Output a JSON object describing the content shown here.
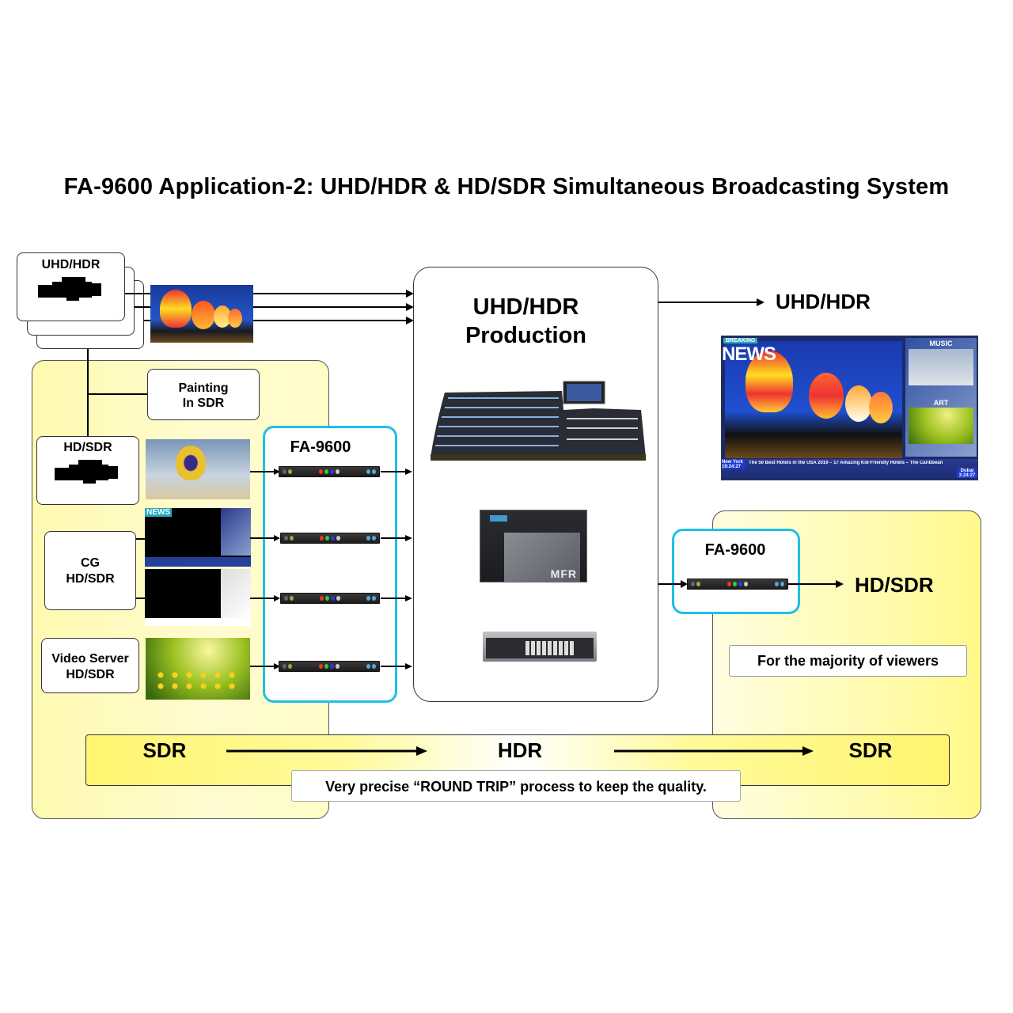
{
  "title": "FA-9600 Application-2:  UHD/HDR & HD/SDR Simultaneous Broadcasting System",
  "sources": {
    "uhd_camera": {
      "label": "UHD/HDR",
      "icon": "camera-icon"
    },
    "painting": {
      "line1": "Painting",
      "line2": "In SDR"
    },
    "hd_camera": {
      "label": "HD/SDR",
      "icon": "camera-icon"
    },
    "cg": {
      "line1": "CG",
      "line2": "HD/SDR"
    },
    "video_server": {
      "line1": "Video Server",
      "line2": "HD/SDR"
    }
  },
  "converter_left": {
    "label": "FA-9600",
    "units": 4
  },
  "production": {
    "line1": "UHD/HDR",
    "line2": "Production",
    "equipment": [
      "switcher-panel",
      "mfr-router",
      "router-control-panel"
    ],
    "mfr_label": "MFR"
  },
  "outputs": {
    "uhd": {
      "label": "UHD/HDR"
    },
    "hd": {
      "label": "HD/SDR"
    }
  },
  "converter_right": {
    "label": "FA-9600"
  },
  "viewer_note": "For the majority of viewers",
  "tv_screen": {
    "banner": "NEWS",
    "banner_top": "BREAKING",
    "side_panels": [
      "MUSIC",
      "ART"
    ],
    "ticker_city_left": "New York",
    "ticker_time_left": "19:24:27",
    "ticker_text": "The 50 Best Hotels in the USA 2019  –  17 Amazing Kid-Friendly Hotels  –  The Caribbean",
    "ticker_city_right": "Dubai",
    "ticker_time_right": "3:24:27"
  },
  "round_trip": {
    "stages": [
      "SDR",
      "HDR",
      "SDR"
    ],
    "caption": "Very precise “ROUND TRIP” process to keep the quality."
  },
  "colors": {
    "converter_border": "#1ec0e6",
    "zone_yellow": "#fffab0",
    "band_yellow": "#fff570"
  }
}
